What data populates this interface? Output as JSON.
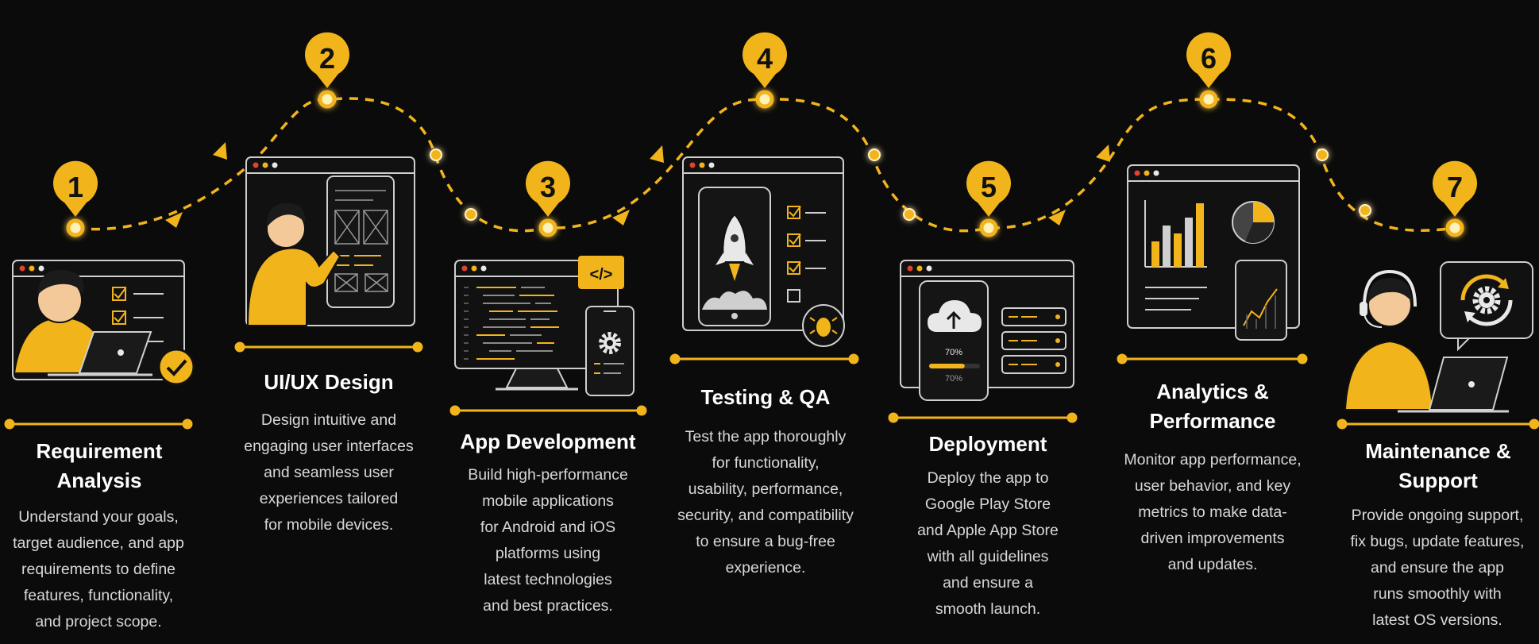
{
  "theme": {
    "accent": "#f2b41b",
    "background": "#0b0b0b",
    "line": "#d8d8d8"
  },
  "steps": [
    {
      "number": "1",
      "title": "Requirement\nAnalysis",
      "description": "Understand your goals,\ntarget audience, and app\nrequirements to define\nfeatures, functionality,\nand project scope."
    },
    {
      "number": "2",
      "title": "UI/UX Design",
      "description": "Design intuitive and\nengaging user interfaces\nand seamless user\nexperiences tailored\nfor mobile devices."
    },
    {
      "number": "3",
      "title": "App Development",
      "description": "Build high-performance\nmobile applications\nfor Android and iOS\nplatforms using\nlatest technologies\nand best practices."
    },
    {
      "number": "4",
      "title": "Testing & QA",
      "description": "Test the app thoroughly\nfor functionality,\nusability, performance,\nsecurity, and compatibility\nto ensure a bug-free\nexperience."
    },
    {
      "number": "5",
      "title": "Deployment",
      "description": "Deploy the app to\nGoogle Play Store\nand Apple App Store\nwith all guidelines\nand ensure a\nsmooth launch."
    },
    {
      "number": "6",
      "title": "Analytics &\nPerformance",
      "description": "Monitor app performance,\nuser behavior, and key\nmetrics to make data-\ndriven improvements\nand updates."
    },
    {
      "number": "7",
      "title": "Maintenance &\nSupport",
      "description": "Provide ongoing support,\nfix bugs, update features,\nand ensure the app\nruns smoothly with\nlatest OS versions."
    }
  ],
  "illustrations": {
    "code_tag": "</>",
    "upload_progress_1": "70%",
    "upload_progress_2": "70%"
  }
}
